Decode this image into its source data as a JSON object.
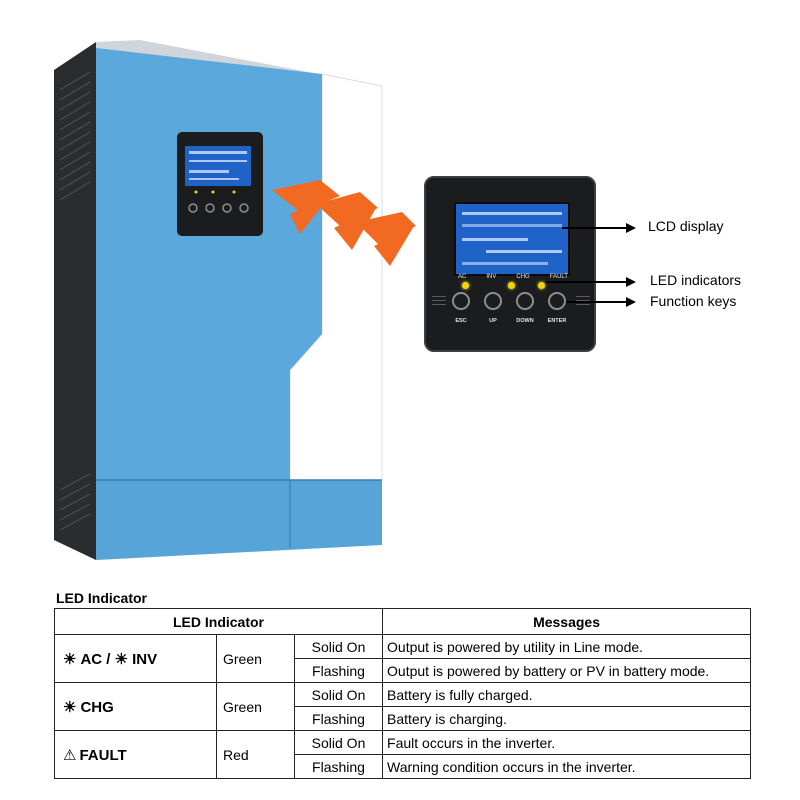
{
  "callouts": {
    "lcd": "LCD display",
    "led": "LED indicators",
    "keys": "Function keys"
  },
  "panel": {
    "led_labels": [
      "AC",
      "INV",
      "CHG",
      "FAULT"
    ],
    "keys": [
      "ESC",
      "UP",
      "DOWN",
      "ENTER"
    ]
  },
  "section_title": "LED Indicator",
  "table": {
    "headers": {
      "led_indicator": "LED Indicator",
      "messages": "Messages"
    },
    "rows": [
      {
        "led": {
          "icon": "sun-icon",
          "text": "AC / ",
          "icon2": "sun-icon",
          "text2": "INV"
        },
        "color": "Green",
        "states": [
          {
            "mode": "Solid On",
            "message": "Output is powered by utility in Line mode."
          },
          {
            "mode": "Flashing",
            "message": "Output is powered by battery or PV in battery mode."
          }
        ]
      },
      {
        "led": {
          "icon": "sun-icon",
          "text": "CHG"
        },
        "color": "Green",
        "states": [
          {
            "mode": "Solid On",
            "message": "Battery is fully charged."
          },
          {
            "mode": "Flashing",
            "message": "Battery is charging."
          }
        ]
      },
      {
        "led": {
          "icon": "warning-triangle-icon",
          "text": "FAULT"
        },
        "color": "Red",
        "states": [
          {
            "mode": "Solid On",
            "message": "Fault occurs in the inverter."
          },
          {
            "mode": "Flashing",
            "message": "Warning condition occurs in the inverter."
          }
        ]
      }
    ]
  },
  "colors": {
    "body_blue": "#5aa8dc",
    "arrow_orange": "#f26a21",
    "lcd_blue": "#1f63c9",
    "led_yellow": "#f4d40c"
  }
}
